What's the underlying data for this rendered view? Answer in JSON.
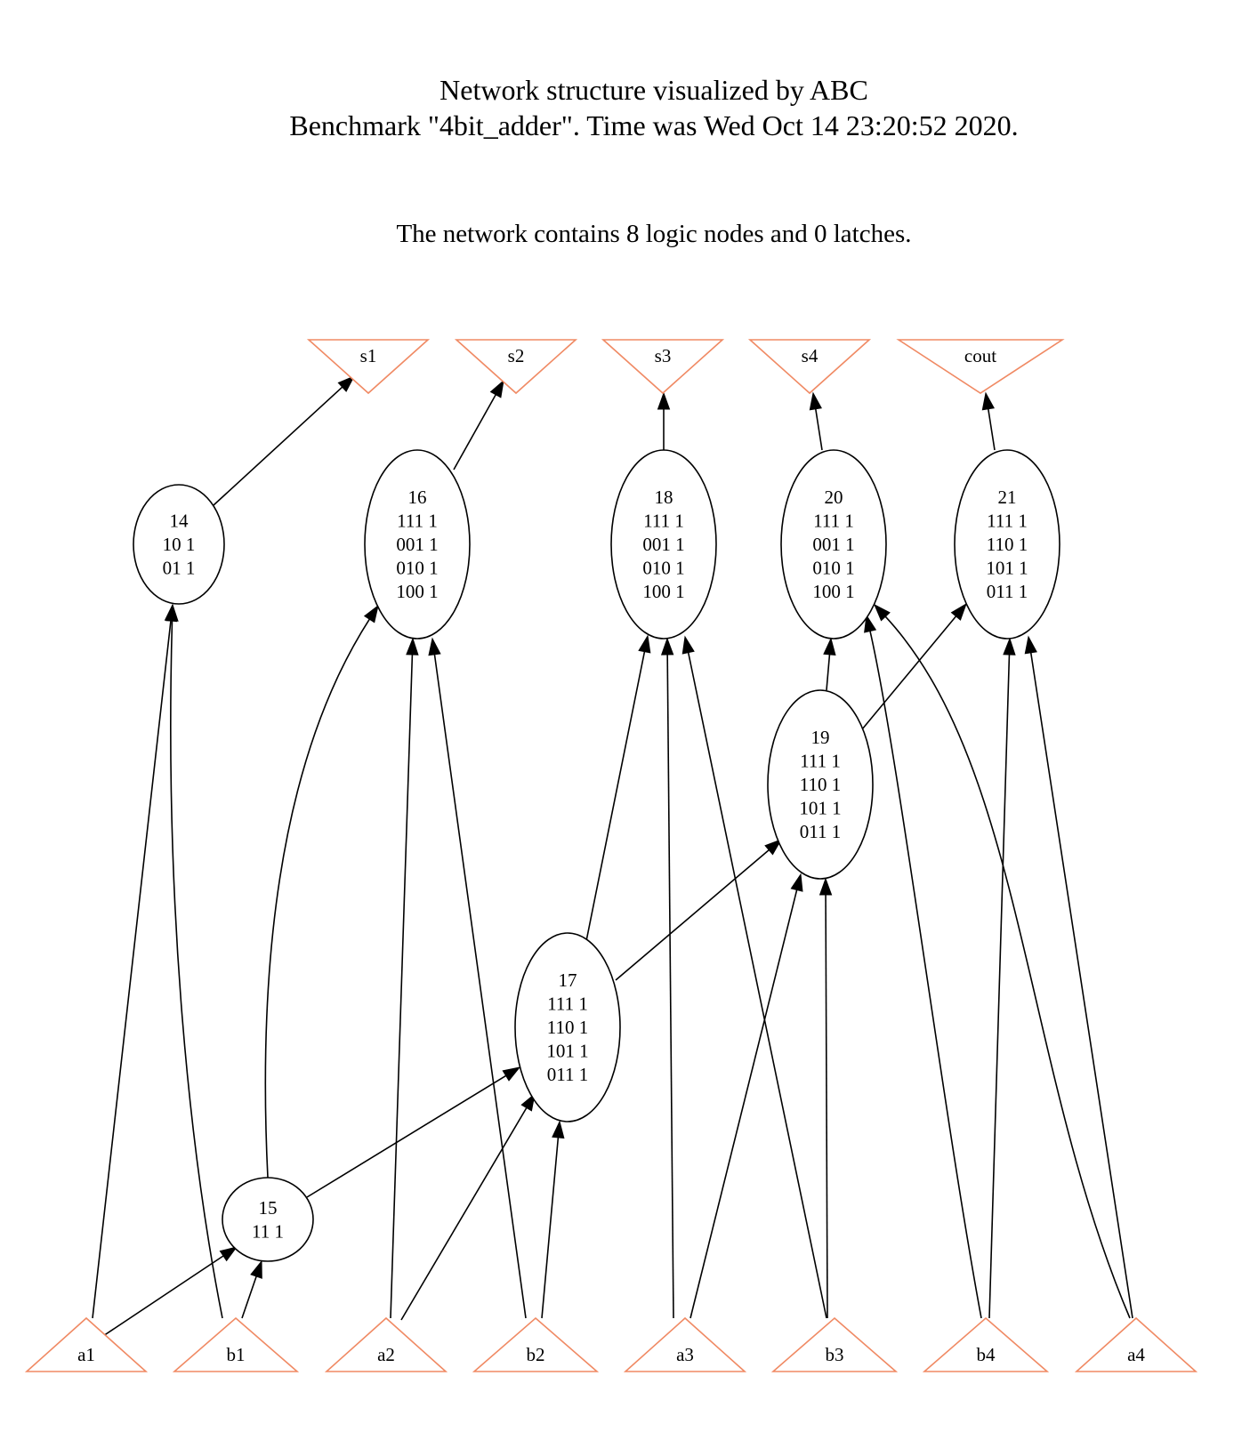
{
  "header": {
    "title_line1": "Network structure visualized by ABC",
    "title_line2": "Benchmark \"4bit_adder\". Time was Wed Oct 14 23:20:52 2020.",
    "info": "The network contains 8 logic nodes and 0 latches."
  },
  "colors": {
    "io_stroke": "#f08a64",
    "edge": "#000000",
    "node_stroke": "#000000"
  },
  "outputs": [
    {
      "id": "s1",
      "label": "s1"
    },
    {
      "id": "s2",
      "label": "s2"
    },
    {
      "id": "s3",
      "label": "s3"
    },
    {
      "id": "s4",
      "label": "s4"
    },
    {
      "id": "cout",
      "label": "cout"
    }
  ],
  "inputs": [
    {
      "id": "a1",
      "label": "a1"
    },
    {
      "id": "b1",
      "label": "b1"
    },
    {
      "id": "a2",
      "label": "a2"
    },
    {
      "id": "b2",
      "label": "b2"
    },
    {
      "id": "a3",
      "label": "a3"
    },
    {
      "id": "b3",
      "label": "b3"
    },
    {
      "id": "b4",
      "label": "b4"
    },
    {
      "id": "a4",
      "label": "a4"
    }
  ],
  "logic_nodes": [
    {
      "id": "n14",
      "lines": [
        "14",
        "10 1",
        "01 1"
      ]
    },
    {
      "id": "n15",
      "lines": [
        "15",
        "11 1"
      ]
    },
    {
      "id": "n16",
      "lines": [
        "16",
        "111 1",
        "001 1",
        "010 1",
        "100 1"
      ]
    },
    {
      "id": "n17",
      "lines": [
        "17",
        "111 1",
        "110 1",
        "101 1",
        "011 1"
      ]
    },
    {
      "id": "n18",
      "lines": [
        "18",
        "111 1",
        "001 1",
        "010 1",
        "100 1"
      ]
    },
    {
      "id": "n19",
      "lines": [
        "19",
        "111 1",
        "110 1",
        "101 1",
        "011 1"
      ]
    },
    {
      "id": "n20",
      "lines": [
        "20",
        "111 1",
        "001 1",
        "010 1",
        "100 1"
      ]
    },
    {
      "id": "n21",
      "lines": [
        "21",
        "111 1",
        "110 1",
        "101 1",
        "011 1"
      ]
    }
  ],
  "edges": [
    {
      "from": "n14",
      "to": "s1"
    },
    {
      "from": "n16",
      "to": "s2"
    },
    {
      "from": "n18",
      "to": "s3"
    },
    {
      "from": "n20",
      "to": "s4"
    },
    {
      "from": "n21",
      "to": "cout"
    },
    {
      "from": "a1",
      "to": "n14"
    },
    {
      "from": "b1",
      "to": "n14"
    },
    {
      "from": "a1",
      "to": "n15"
    },
    {
      "from": "b1",
      "to": "n15"
    },
    {
      "from": "n15",
      "to": "n16"
    },
    {
      "from": "a2",
      "to": "n16"
    },
    {
      "from": "b2",
      "to": "n16"
    },
    {
      "from": "n15",
      "to": "n17"
    },
    {
      "from": "a2",
      "to": "n17"
    },
    {
      "from": "b2",
      "to": "n17"
    },
    {
      "from": "n17",
      "to": "n18"
    },
    {
      "from": "a3",
      "to": "n18"
    },
    {
      "from": "b3",
      "to": "n18"
    },
    {
      "from": "n17",
      "to": "n19"
    },
    {
      "from": "a3",
      "to": "n19"
    },
    {
      "from": "b3",
      "to": "n19"
    },
    {
      "from": "n19",
      "to": "n20"
    },
    {
      "from": "b4",
      "to": "n20"
    },
    {
      "from": "a4",
      "to": "n20"
    },
    {
      "from": "n19",
      "to": "n21"
    },
    {
      "from": "b4",
      "to": "n21"
    },
    {
      "from": "a4",
      "to": "n21"
    }
  ]
}
